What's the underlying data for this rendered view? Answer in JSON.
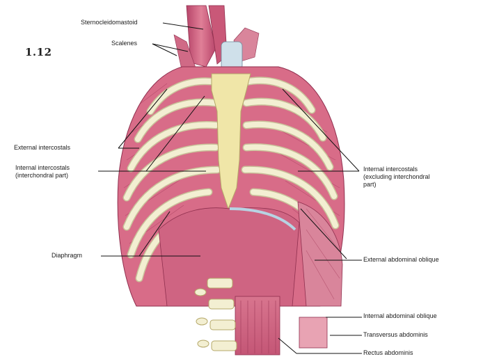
{
  "figure_number": "1.12",
  "labels": {
    "sternocleidomastoid": "Sternocleidomastoid",
    "scalenes": "Scalenes",
    "external_intercostals": "External intercostals",
    "internal_intercostals_interchondral_l1": "Internal intercostals",
    "internal_intercostals_interchondral_l2": "(interchondral part)",
    "internal_intercostals_excluding_l1": "Internal intercostals",
    "internal_intercostals_excluding_l2": "(excluding interchondral",
    "internal_intercostals_excluding_l3": "part)",
    "diaphragm": "Diaphragm",
    "external_abdominal_oblique": "External abdominal oblique",
    "internal_abdominal_oblique": "Internal abdominal oblique",
    "transversus_abdominis": "Transversus abdominis",
    "rectus_abdominis": "Rectus abdominis"
  },
  "colors": {
    "muscle": "#d4607e",
    "muscle_dark": "#a83a5a",
    "muscle_light": "#ec9fb2",
    "rib": "#f3efd2",
    "rib_shadow": "#c9c29a",
    "sternum": "#f0e6a8",
    "cartilage": "#cfe0ea",
    "background": "#ffffff"
  }
}
